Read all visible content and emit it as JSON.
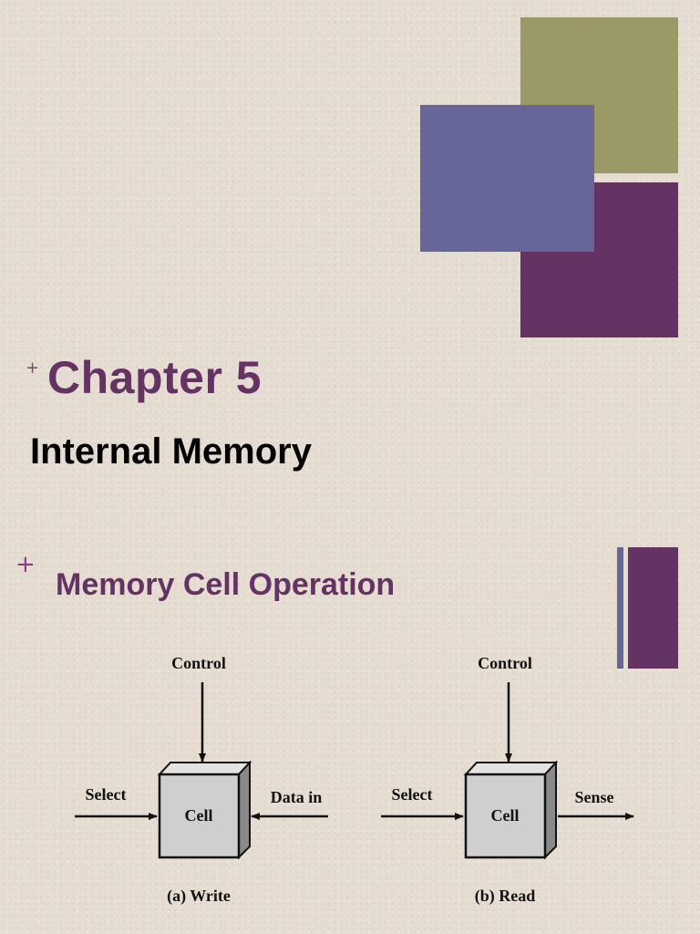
{
  "slide": {
    "chapter_title": "Chapter 5",
    "chapter_subtitle": "Internal Memory",
    "section_title": "Memory Cell Operation",
    "bullet_symbol": "+",
    "colors": {
      "background": "#e6ddd2",
      "olive": "#9b9966",
      "plum": "#643364",
      "slate_blue": "#666699",
      "title_purple": "#643364"
    }
  },
  "diagram": {
    "write": {
      "control_label": "Control",
      "select_label": "Select",
      "cell_label": "Cell",
      "data_label": "Data in",
      "caption": "(a) Write"
    },
    "read": {
      "control_label": "Control",
      "select_label": "Select",
      "cell_label": "Cell",
      "sense_label": "Sense",
      "caption": "(b) Read"
    }
  }
}
